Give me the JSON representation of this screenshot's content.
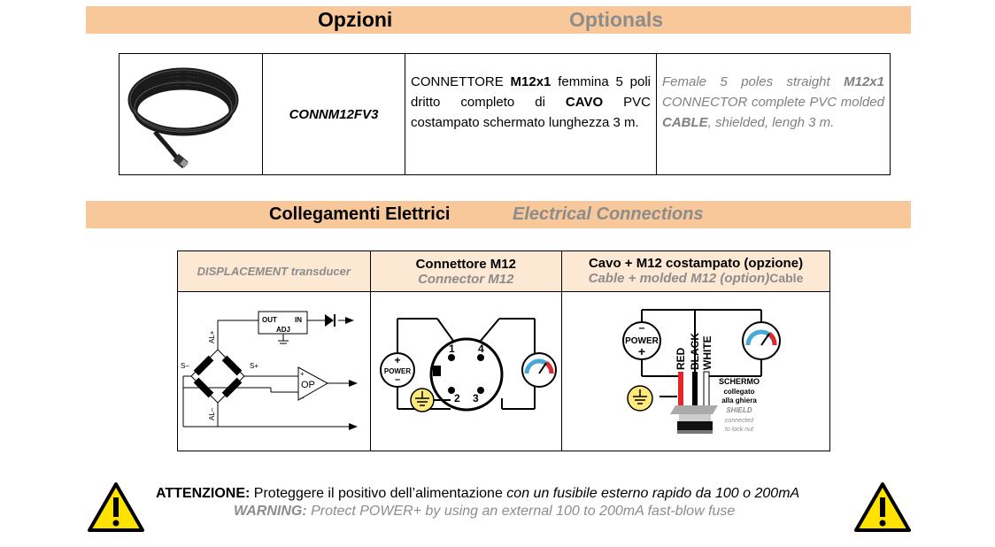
{
  "sections": {
    "options": {
      "title_it": "Opzioni",
      "title_en": "Optionals"
    },
    "connections": {
      "title_it": "Collegamenti Elettrici",
      "title_en": "Electrical Connections"
    }
  },
  "option_item": {
    "code": "CONNM12FV3",
    "desc_it": {
      "p1": "CONNETTORE ",
      "b1": "M12x1",
      "p2": " femmina 5 poli dritto completo di ",
      "b2": "CAVO",
      "p3": " PVC costampato schermato lunghezza 3 m."
    },
    "desc_en": {
      "p1": "Female 5 poles straight ",
      "b1": "M12x1",
      "p2": " CONNECTOR complete PVC molded ",
      "b2": "CABLE",
      "p3": ", shielded, lengh 3 m."
    }
  },
  "conn_table": {
    "col1": {
      "title": "DISPLACEMENT transducer"
    },
    "col2": {
      "title": "Connettore M12",
      "subtitle": "Connector M12"
    },
    "col3": {
      "title": "Cavo + M12 costampato (opzione)",
      "subtitle": "Cable + molded M12 (option)",
      "suffix": "Cable"
    }
  },
  "schematic": {
    "out": "OUT",
    "in": "IN",
    "adj": "ADJ",
    "al_plus": "AL+",
    "al_minus": "AL–",
    "s_minus": "S–",
    "s_plus": "S+",
    "op": "OP",
    "plus": "+",
    "minus": "–"
  },
  "connector": {
    "pins": [
      "1",
      "4",
      "2",
      "3"
    ],
    "power": "POWER",
    "plus": "+",
    "minus": "–"
  },
  "cable": {
    "power": "POWER",
    "wires": [
      "RED",
      "BLACK",
      "WHITE"
    ],
    "schermo": "SCHERMO",
    "collegato": "collegato",
    "alla_ghiera": "alla ghiera",
    "shield": "SHIELD",
    "connected": "connected",
    "to_lock_nut": "to lock nut"
  },
  "warning": {
    "it_label": "ATTENZIONE:",
    "it_text": " Proteggere il positivo dell’alimentazione ",
    "it_italic": "con un fusibile esterno rapido da 100 o 200mA",
    "en_label": "WARNING:",
    "en_text": " Protect POWER+ by using an external 100 to 200mA fast-blow fuse"
  },
  "colors": {
    "band": "#f9c89a",
    "header_bg": "#fde8d3",
    "grey_text": "#8c8c8c",
    "warning_yellow": "#ffe200",
    "wire_red": "#e3262a"
  }
}
